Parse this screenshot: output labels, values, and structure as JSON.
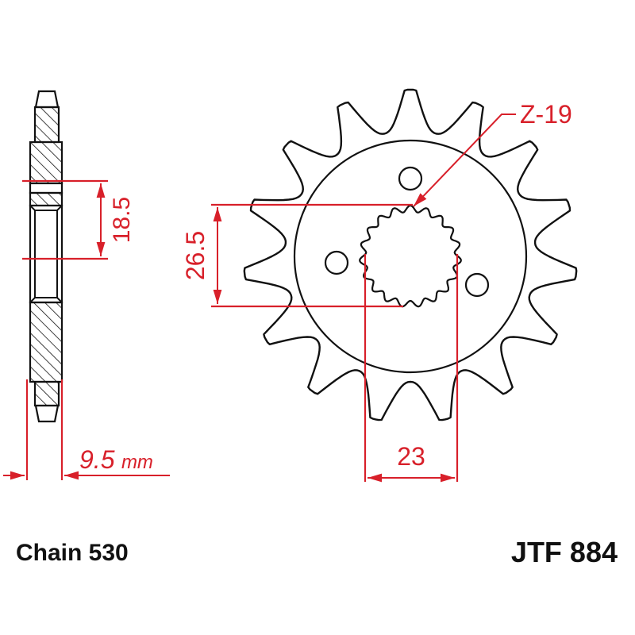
{
  "colors": {
    "outline": "#111111",
    "dimension": "#d8202a",
    "background": "#ffffff"
  },
  "side_view": {
    "height_dim_label": "18.5",
    "thickness_value": "9.5",
    "thickness_unit": "mm"
  },
  "front_view": {
    "teeth_label": "Z-19",
    "spline_height_label": "26.5",
    "spline_width_label": "23",
    "sprocket_teeth": 15,
    "mounting_holes": 3
  },
  "footer": {
    "chain_label": "Chain 530",
    "part_number": "JTF 884"
  }
}
